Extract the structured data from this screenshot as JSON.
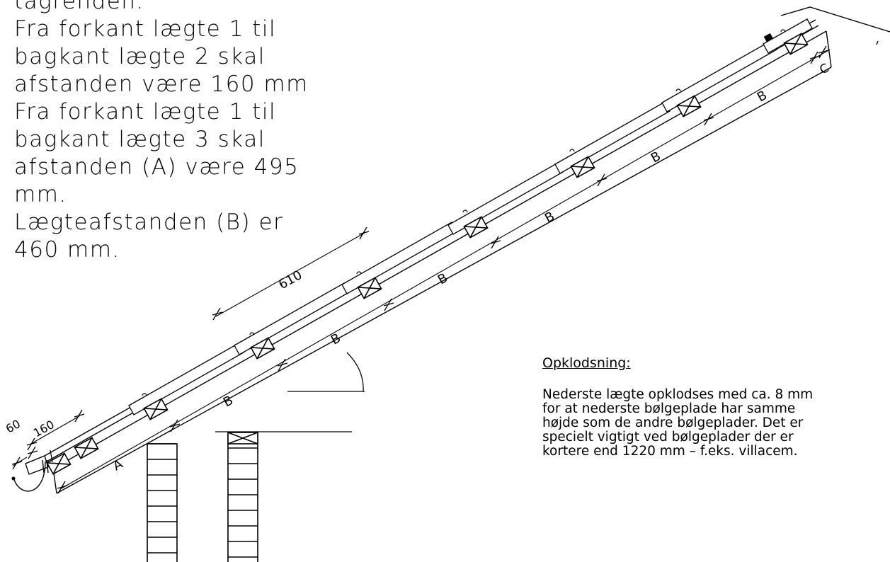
{
  "instructions": {
    "lines": [
      "tagrenden.",
      "Fra forkant lægte 1 til",
      "bagkant lægte 2 skal",
      "afstanden være 160 mm",
      "Fra forkant lægte 1 til",
      "bagkant lægte 3 skal",
      "afstanden (A) være 495",
      "mm.",
      "Lægteafstanden (B) er",
      "460 mm."
    ]
  },
  "note": {
    "title": "Opklodsning:",
    "lines": [
      "Nederste lægte opklodses med ca. 8 mm",
      "for at nederste bølgeplade har samme",
      "højde som de andre bølgeplader. Det er",
      "specielt vigtigt ved bølgeplader der er",
      "kortere end 1220 mm – f.eks. villacem."
    ]
  },
  "dimensions": {
    "d60": "60",
    "d160": "160",
    "d610": "610",
    "A": "A",
    "B": "B",
    "C": "C"
  }
}
